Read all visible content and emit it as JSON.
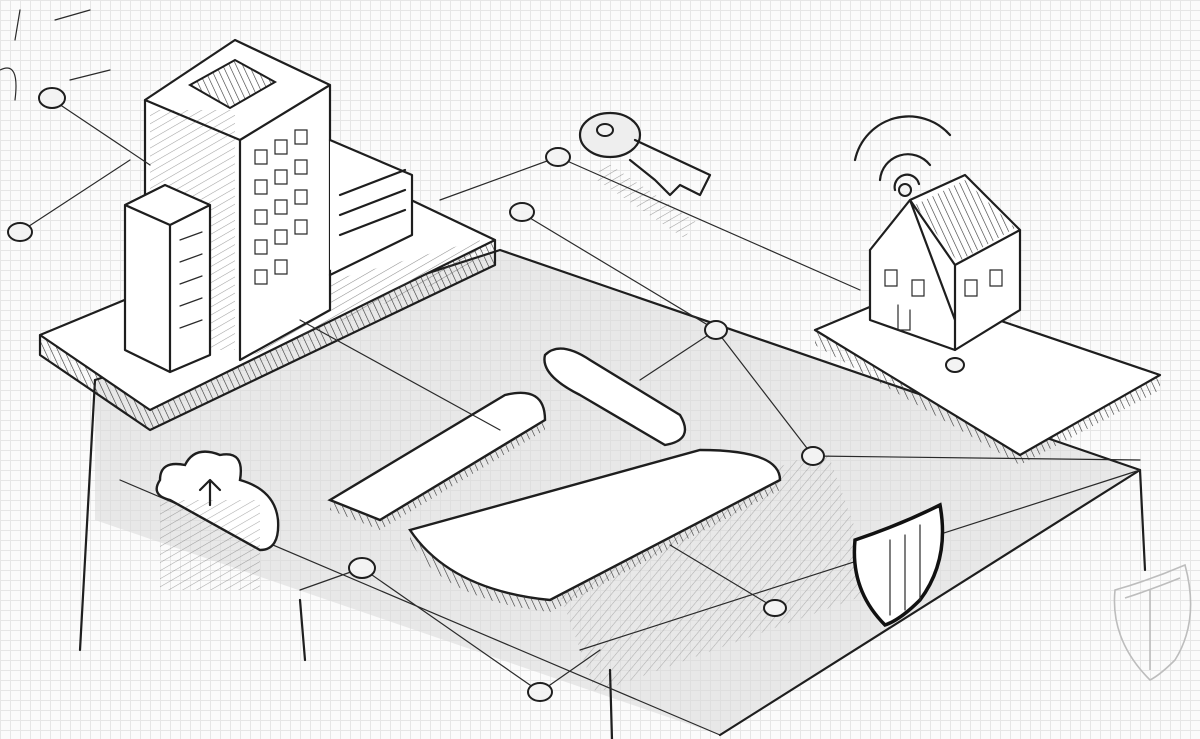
{
  "colors": {
    "ink": "#1e1e1e",
    "paper": "#fbfbfb",
    "grid": "#e6e6e6"
  },
  "icons": [
    "office-buildings",
    "key",
    "house-with-wifi",
    "cloud-upload",
    "shield",
    "network-nodes"
  ]
}
